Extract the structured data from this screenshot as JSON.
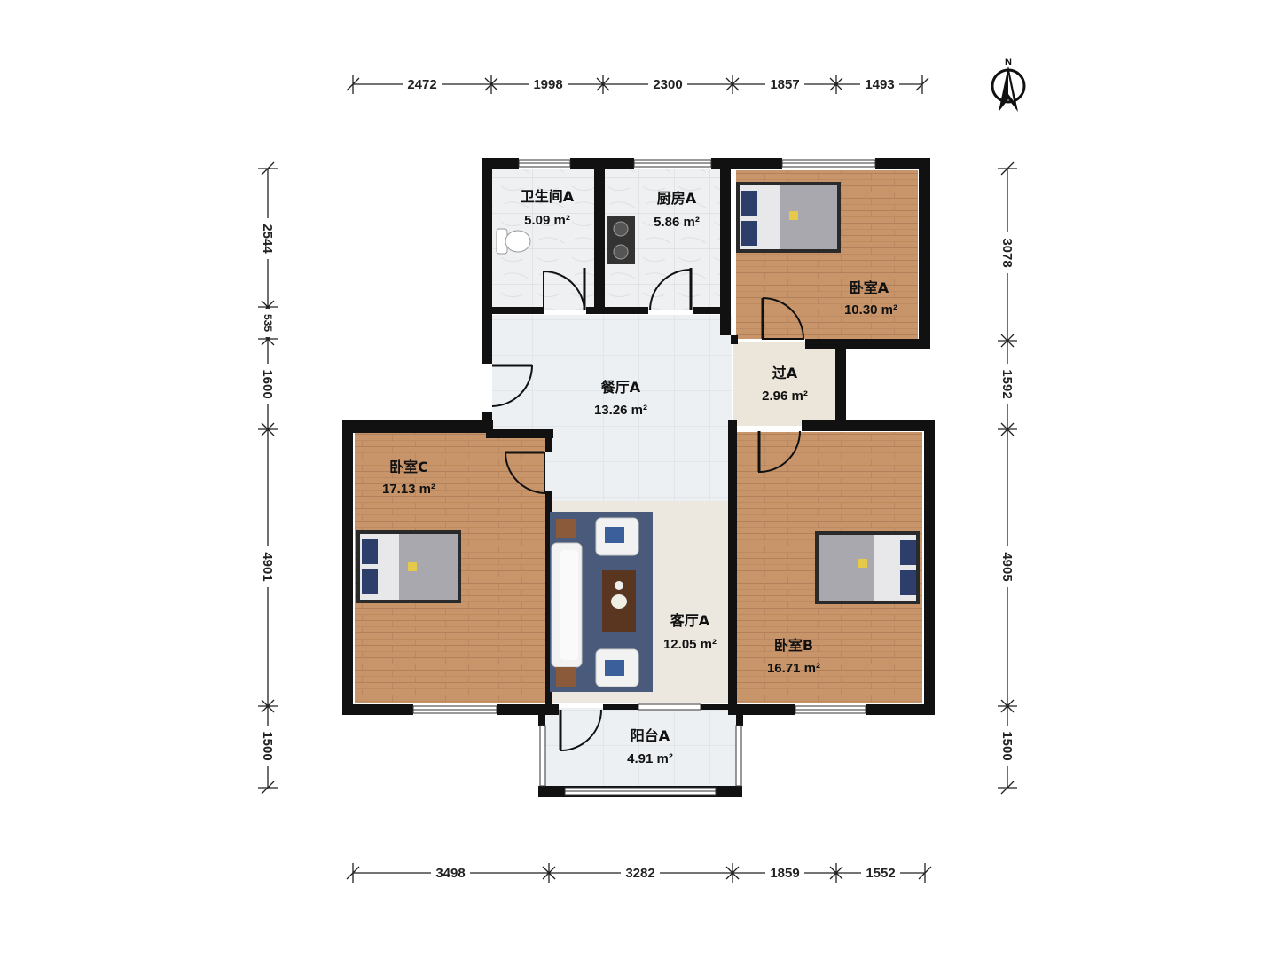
{
  "compass": {
    "label": "N"
  },
  "dimensions": {
    "top": [
      "2472",
      "1998",
      "2300",
      "1857",
      "1493"
    ],
    "bottom": [
      "3498",
      "3282",
      "1859",
      "1552"
    ],
    "left": [
      "2544",
      "535",
      "1600",
      "4901",
      "1500"
    ],
    "right": [
      "3078",
      "1592",
      "4905",
      "1500"
    ]
  },
  "rooms": {
    "bathroom": {
      "name": "卫生间A",
      "area": "5.09 m²"
    },
    "kitchen": {
      "name": "厨房A",
      "area": "5.86 m²"
    },
    "bedroom_a": {
      "name": "卧室A",
      "area": "10.30 m²"
    },
    "dining": {
      "name": "餐厅A",
      "area": "13.26 m²"
    },
    "passage": {
      "name": "过A",
      "area": "2.96 m²"
    },
    "bedroom_c": {
      "name": "卧室C",
      "area": "17.13 m²"
    },
    "living": {
      "name": "客厅A",
      "area": "12.05 m²"
    },
    "bedroom_b": {
      "name": "卧室B",
      "area": "16.71 m²"
    },
    "balcony": {
      "name": "阳台A",
      "area": "4.91 m²"
    }
  },
  "colors": {
    "wall": "#111111",
    "wood_floor": "#c8956a",
    "tile_floor": "#eceef2",
    "carpet": "#4a5a7a",
    "passage_floor": "#ece6da"
  }
}
